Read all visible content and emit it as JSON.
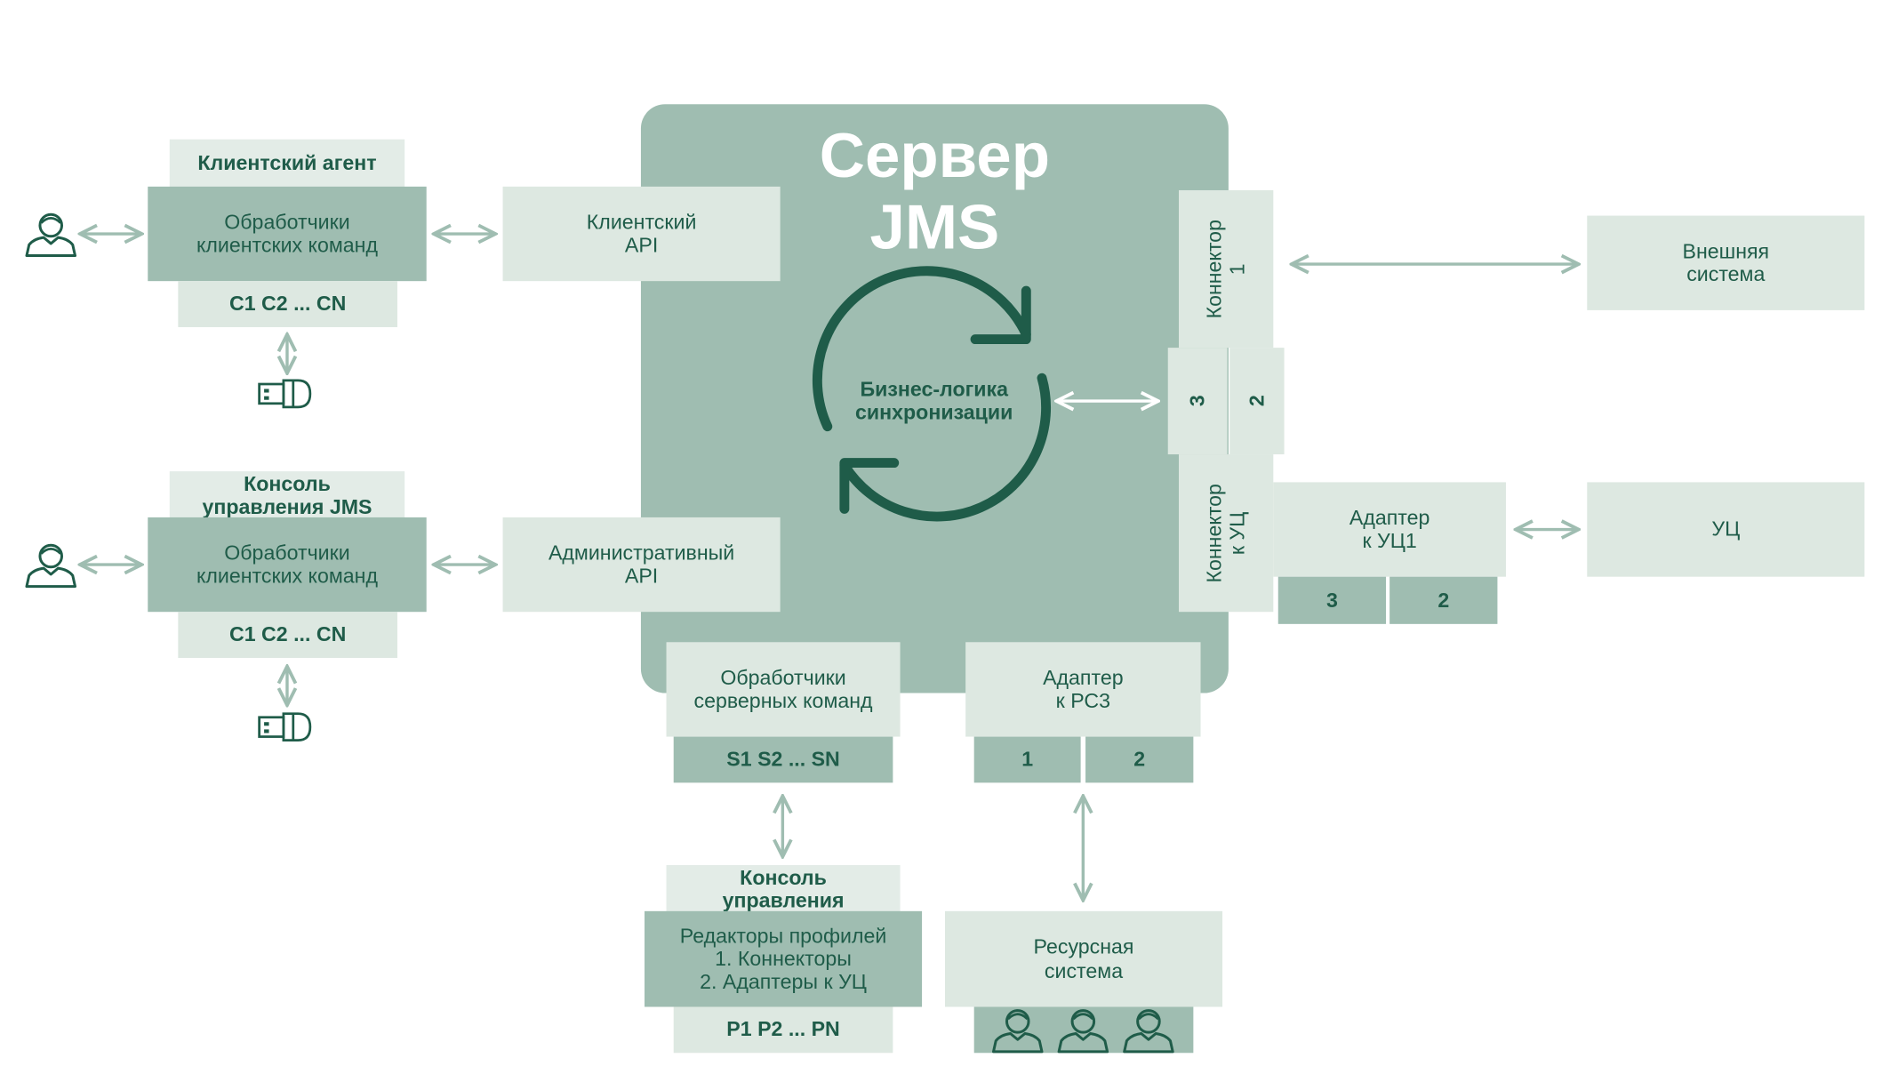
{
  "server": {
    "title": "Сервер\nJMS",
    "logic": "Бизнес-логика\nсинхронизации"
  },
  "client_agent": {
    "label": "Клиентский агент",
    "handlers": "Обработчики\nклиентских команд",
    "commands": "C1 C2 ... CN"
  },
  "jms_console": {
    "label": "Консоль\nуправления JMS",
    "handlers": "Обработчики\nклиентских команд",
    "commands": "C1 C2 ... CN"
  },
  "client_api": "Клиентский\nAPI",
  "admin_api": "Административный\nAPI",
  "connector1": "Коннектор\n1",
  "connector_ports": [
    "3",
    "2"
  ],
  "connector_ca": "Коннектор\nк УЦ",
  "external_system": "Внешняя\nсистема",
  "ca_adapter": {
    "label": "Адаптер\nк УЦ1",
    "ports": [
      "3",
      "2"
    ]
  },
  "ca": "УЦ",
  "server_handlers": {
    "label": "Обработчики\nсерверных команд",
    "commands": "S1 S2 ... SN"
  },
  "rs_adapter": {
    "label": "Адаптер\nк РС3",
    "ports": [
      "1",
      "2"
    ]
  },
  "mgmt_console": {
    "label": "Консоль\nуправления",
    "editors": "Редакторы профилей\n1. Коннекторы\n2. Адаптеры к УЦ",
    "profiles": "P1 P2 ... PN"
  },
  "resource_system": "Ресурсная\nсистема",
  "colors": {
    "dark_green": "#1f5c49",
    "server_fill": "#9fbdb1",
    "light_fill": "#dde8e1",
    "arrow": "#9fbdb1"
  },
  "icons": [
    "user-icon",
    "usb-token-icon",
    "sync-cycle-icon"
  ]
}
